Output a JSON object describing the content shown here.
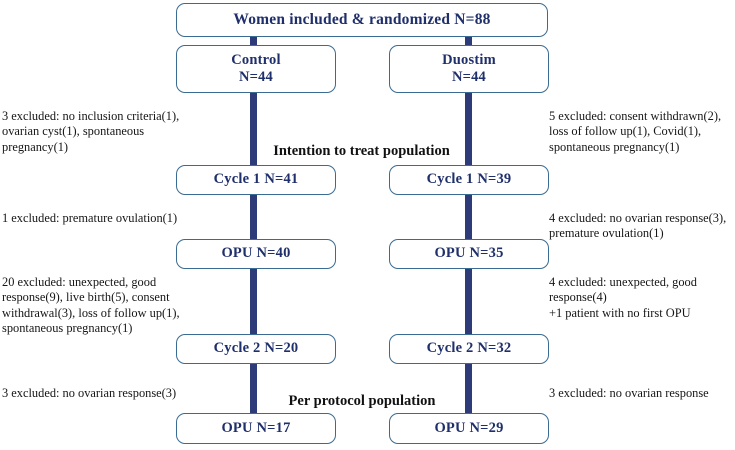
{
  "diagram": {
    "type": "consort-flow-diagram",
    "colors": {
      "box_border": "#3a6b92",
      "box_text": "#1f2f6b",
      "connector": "#2d3c78",
      "label_text": "#111111",
      "note_text": "#161616",
      "background": "#ffffff"
    },
    "top": {
      "label": "Women included & randomized N=88"
    },
    "arms": [
      {
        "name": "Control",
        "count_label": "N=44"
      },
      {
        "name": "Duostim",
        "count_label": "N=44"
      }
    ],
    "section_labels": [
      {
        "text": "Intention to treat population"
      },
      {
        "text": "Per protocol population"
      }
    ],
    "steps": {
      "cycle1": {
        "left": "Cycle 1 N=41",
        "right": "Cycle 1 N=39"
      },
      "opu1": {
        "left": "OPU N=40",
        "right": "OPU N=35"
      },
      "cycle2": {
        "left": "Cycle 2 N=20",
        "right": "Cycle 2 N=32"
      },
      "opu2": {
        "left": "OPU N=17",
        "right": "OPU N=29"
      }
    },
    "notes": {
      "left": [
        {
          "id": "note-left-randomization",
          "lines": [
            "3 excluded: no inclusion criteria(1),",
            "ovarian cyst(1), spontaneous",
            "pregnancy(1)"
          ]
        },
        {
          "id": "note-left-cycle1",
          "lines": [
            "1 excluded: premature ovulation(1)"
          ]
        },
        {
          "id": "note-left-opu1",
          "lines": [
            "20 excluded: unexpected, good",
            "response(9), live birth(5), consent",
            "withdrawal(3), loss of follow up(1),",
            "spontaneous pregnancy(1)"
          ]
        },
        {
          "id": "note-left-cycle2",
          "lines": [
            "3 excluded: no ovarian response(3)"
          ]
        }
      ],
      "right": [
        {
          "id": "note-right-randomization",
          "lines": [
            "5 excluded: consent withdrawn(2),",
            "loss of follow up(1), Covid(1),",
            "spontaneous pregnancy(1)"
          ]
        },
        {
          "id": "note-right-cycle1",
          "lines": [
            "4 excluded: no ovarian response(3),",
            "premature ovulation(1)"
          ]
        },
        {
          "id": "note-right-opu1",
          "lines": [
            "4 excluded: unexpected, good",
            "response(4)",
            "+1 patient with no first OPU"
          ]
        },
        {
          "id": "note-right-cycle2",
          "lines": [
            "3 excluded: no ovarian response"
          ]
        }
      ]
    }
  }
}
